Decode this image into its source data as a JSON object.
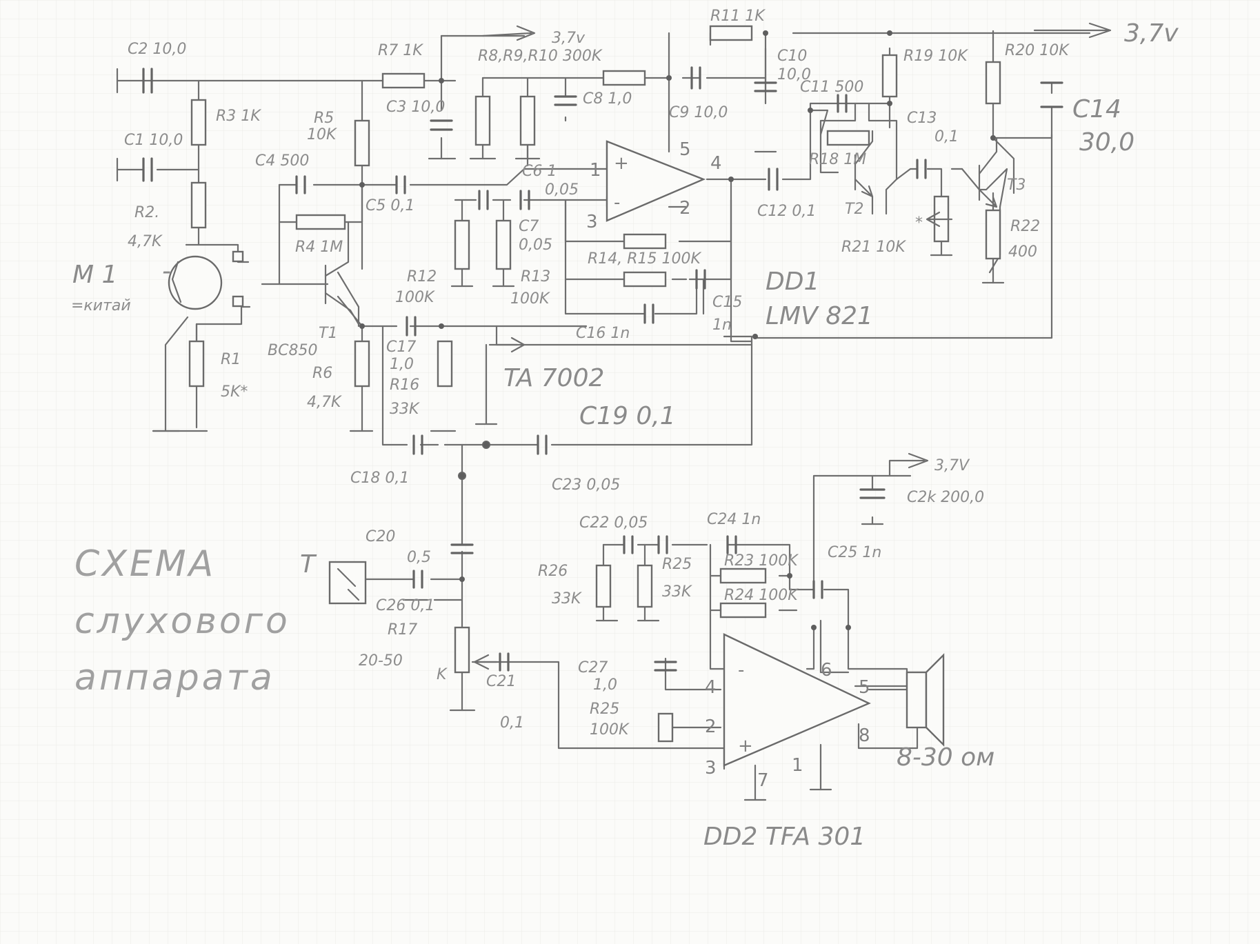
{
  "rails": {
    "vcc_a": "3,7v",
    "vcc_b": "3,7v",
    "vcc_c": "3,7V"
  },
  "mic": {
    "name": "M 1",
    "note": "=китай",
    "minus": "-"
  },
  "resistors": {
    "r1": "R1",
    "r1_val": "5K*",
    "r2": "R2.",
    "r2_val": "4,7K",
    "r3": "R3 1K",
    "r4": "R4 1M",
    "r5": "R5",
    "r5_val": "10K",
    "r6": "R6",
    "r6_val": "4,7K",
    "r7": "R7 1K",
    "r8_10": "R8,R9,R10 300K",
    "r11": "R11 1K",
    "r12": "R12",
    "r12_val": "100K",
    "r13": "R13",
    "r13_val": "100K",
    "r14_15": "R14, R15 100K",
    "r16": "R16",
    "r16_val": "33K",
    "r17": "R17",
    "r17_val": "20-50",
    "r17_unit": "K",
    "r18": "R18 1M",
    "r19": "R19 10K",
    "r20": "R20 10K",
    "r21": "R21 10K",
    "r21_star": "*",
    "r22": "R22",
    "r22_val": "400",
    "r23": "R23 100K",
    "r24": "R24 100K",
    "r25a": "R25",
    "r25a_val": "33K",
    "r25b": "R25",
    "r25b_val": "100K",
    "r26": "R26",
    "r26_val": "33K"
  },
  "capacitors": {
    "c1": "C1 10,0",
    "c2": "C2 10,0",
    "c3": "C3 10,0",
    "c4": "C4 500",
    "c5": "C5 0,1",
    "c6": "C6 1",
    "c6_val": "0,05",
    "c7": "C7",
    "c7_val": "0,05",
    "c8": "C8 1,0",
    "c9": "C9 10,0",
    "c10": "C10",
    "c10_val": "10,0",
    "c11": "C11 500",
    "c12": "C12 0,1",
    "c13": "C13",
    "c13_val": "0,1",
    "c14": "C14",
    "c14_val": "30,0",
    "c15": "C15",
    "c15_val": "1n",
    "c16": "C16 1n",
    "c17": "C17",
    "c17_val": "1,0",
    "c18": "C18 0,1",
    "c19": "C19 0,1",
    "c20": "C20",
    "c20_val": "0,5",
    "c21": "C21",
    "c21_val": "0,1",
    "c22": "C22 0,05",
    "c23": "C23 0,05",
    "c24": "C24 1n",
    "c25": "C25 1n",
    "c26": "C26 0,1",
    "c27": "C27",
    "c27_val": "1,0",
    "c2k": "C2k 200,0"
  },
  "transistors": {
    "t1": "T1",
    "t1_type": "BC850",
    "t2": "T2",
    "t3": "T3",
    "ta": "TA 7002",
    "switch": "T"
  },
  "ics": {
    "dd1": "DD1",
    "dd1_type": "LMV 821",
    "dd2": "DD2 TFA 301",
    "dd1_pins": {
      "p1": "1",
      "p2": "2",
      "p3": "3",
      "p4": "4",
      "p5": "5",
      "plus": "+",
      "minus": "-"
    },
    "dd2_pins": {
      "p1": "1",
      "p2": "2",
      "p3": "3",
      "p4": "4",
      "p5": "5",
      "p6": "6",
      "p7": "7",
      "p8": "8",
      "plus": "+",
      "minus": "-"
    }
  },
  "speaker": "8-30 ом",
  "title": {
    "line1": "СХЕМА",
    "line2": "слухового",
    "line3": "аппарата"
  }
}
